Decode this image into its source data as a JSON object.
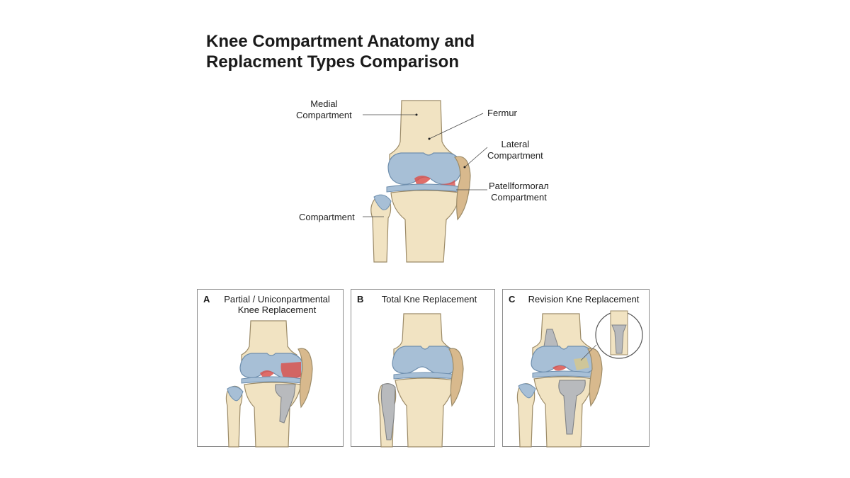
{
  "title": {
    "line1": "Knee Compartment Anatomy and",
    "line2": "Replacment Types Comparison"
  },
  "labels": {
    "medial_1": "Medial",
    "medial_2": "Compartment",
    "femur": "Fermur",
    "lateral_1": "Lateral",
    "lateral_2": "Compartment",
    "patello_1": "Patellformorал",
    "patello_2": "Compartment",
    "compartment": "Compartment"
  },
  "panels": [
    {
      "letter": "A",
      "title_1": "Partial / Uniconpartmental",
      "title_2": "Knee Replacement"
    },
    {
      "letter": "B",
      "title_1": "Total Kne Replacement",
      "title_2": ""
    },
    {
      "letter": "C",
      "title_1": "Revision Kne Replacement",
      "title_2": ""
    }
  ],
  "colors": {
    "bone": "#f1e3c2",
    "bone_stroke": "#9c8b68",
    "cartilage": "#a7bfd6",
    "cartilage_stroke": "#6f8fae",
    "damage": "#d9534f",
    "patella": "#d8b98d",
    "implant": "#b8babd",
    "implant_stroke": "#808386"
  }
}
